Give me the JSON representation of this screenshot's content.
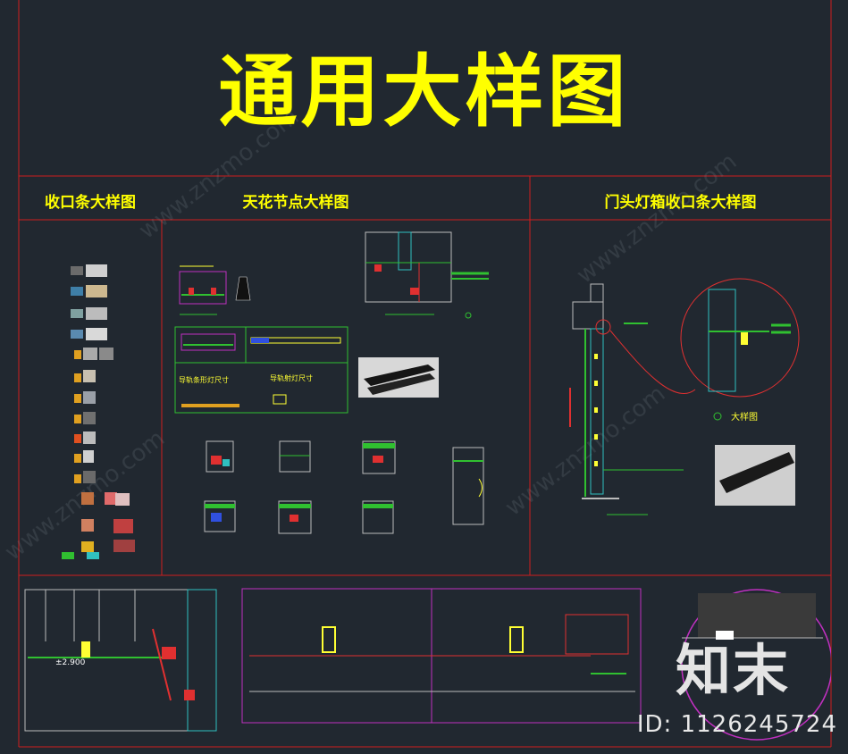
{
  "title": "通用大样图",
  "sections": {
    "trim_strip": "收口条大样图",
    "ceiling_node": "天花节点大样图",
    "door_lightbox": "门头灯箱收口条大样图"
  },
  "ceiling_labels": {
    "track_strip_size": "导轨条形灯尺寸",
    "track_spot_size": "导轨射灯尺寸"
  },
  "detail_label": "大样图",
  "elevation_mark": "±2.900",
  "watermark": {
    "id_text": "ID: 1126245724",
    "logo_text": "知末"
  },
  "colors": {
    "background": "#212830",
    "frame_line": "#d01e1e",
    "title_yellow": "#ffff00",
    "magenta": "#c030c0",
    "cyan": "#30c0c0",
    "green": "#30c030"
  }
}
